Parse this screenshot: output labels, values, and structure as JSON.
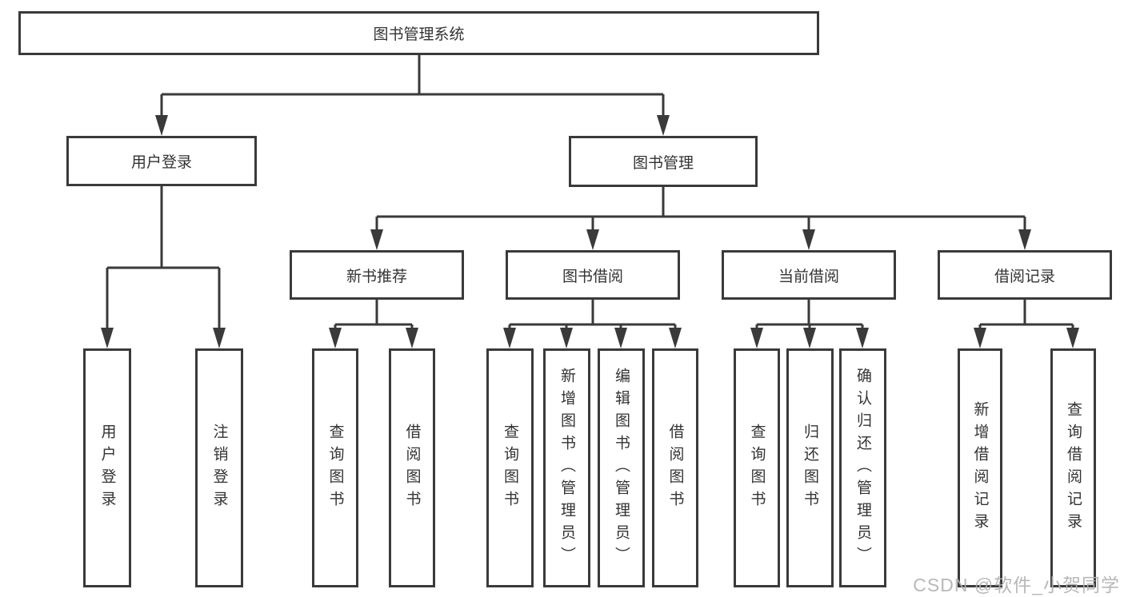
{
  "tree": {
    "label": "图书管理系统",
    "children": [
      {
        "label": "用户登录",
        "children": [
          {
            "label": "用户登录"
          },
          {
            "label": "注销登录"
          }
        ]
      },
      {
        "label": "图书管理",
        "children": [
          {
            "label": "新书推荐",
            "children": [
              {
                "label": "查询图书"
              },
              {
                "label": "借阅图书"
              }
            ]
          },
          {
            "label": "图书借阅",
            "children": [
              {
                "label": "查询图书"
              },
              {
                "label": "新增图书（管理员）"
              },
              {
                "label": "编辑图书（管理员）"
              },
              {
                "label": "借阅图书"
              }
            ]
          },
          {
            "label": "当前借阅",
            "children": [
              {
                "label": "查询图书"
              },
              {
                "label": "归还图书"
              },
              {
                "label": "确认归还（管理员）"
              }
            ]
          },
          {
            "label": "借阅记录",
            "children": [
              {
                "label": "新增借阅记录"
              },
              {
                "label": "查询借阅记录"
              }
            ]
          }
        ]
      }
    ]
  },
  "watermark": {
    "text": "CSDN @软件_小贺同学"
  },
  "colors": {
    "line": "#3a3a3a",
    "box_border": "#3a3a3a",
    "box_fill": "#ffffff",
    "text": "#333333",
    "watermark": "#b0b0b0",
    "background": "#ffffff"
  }
}
